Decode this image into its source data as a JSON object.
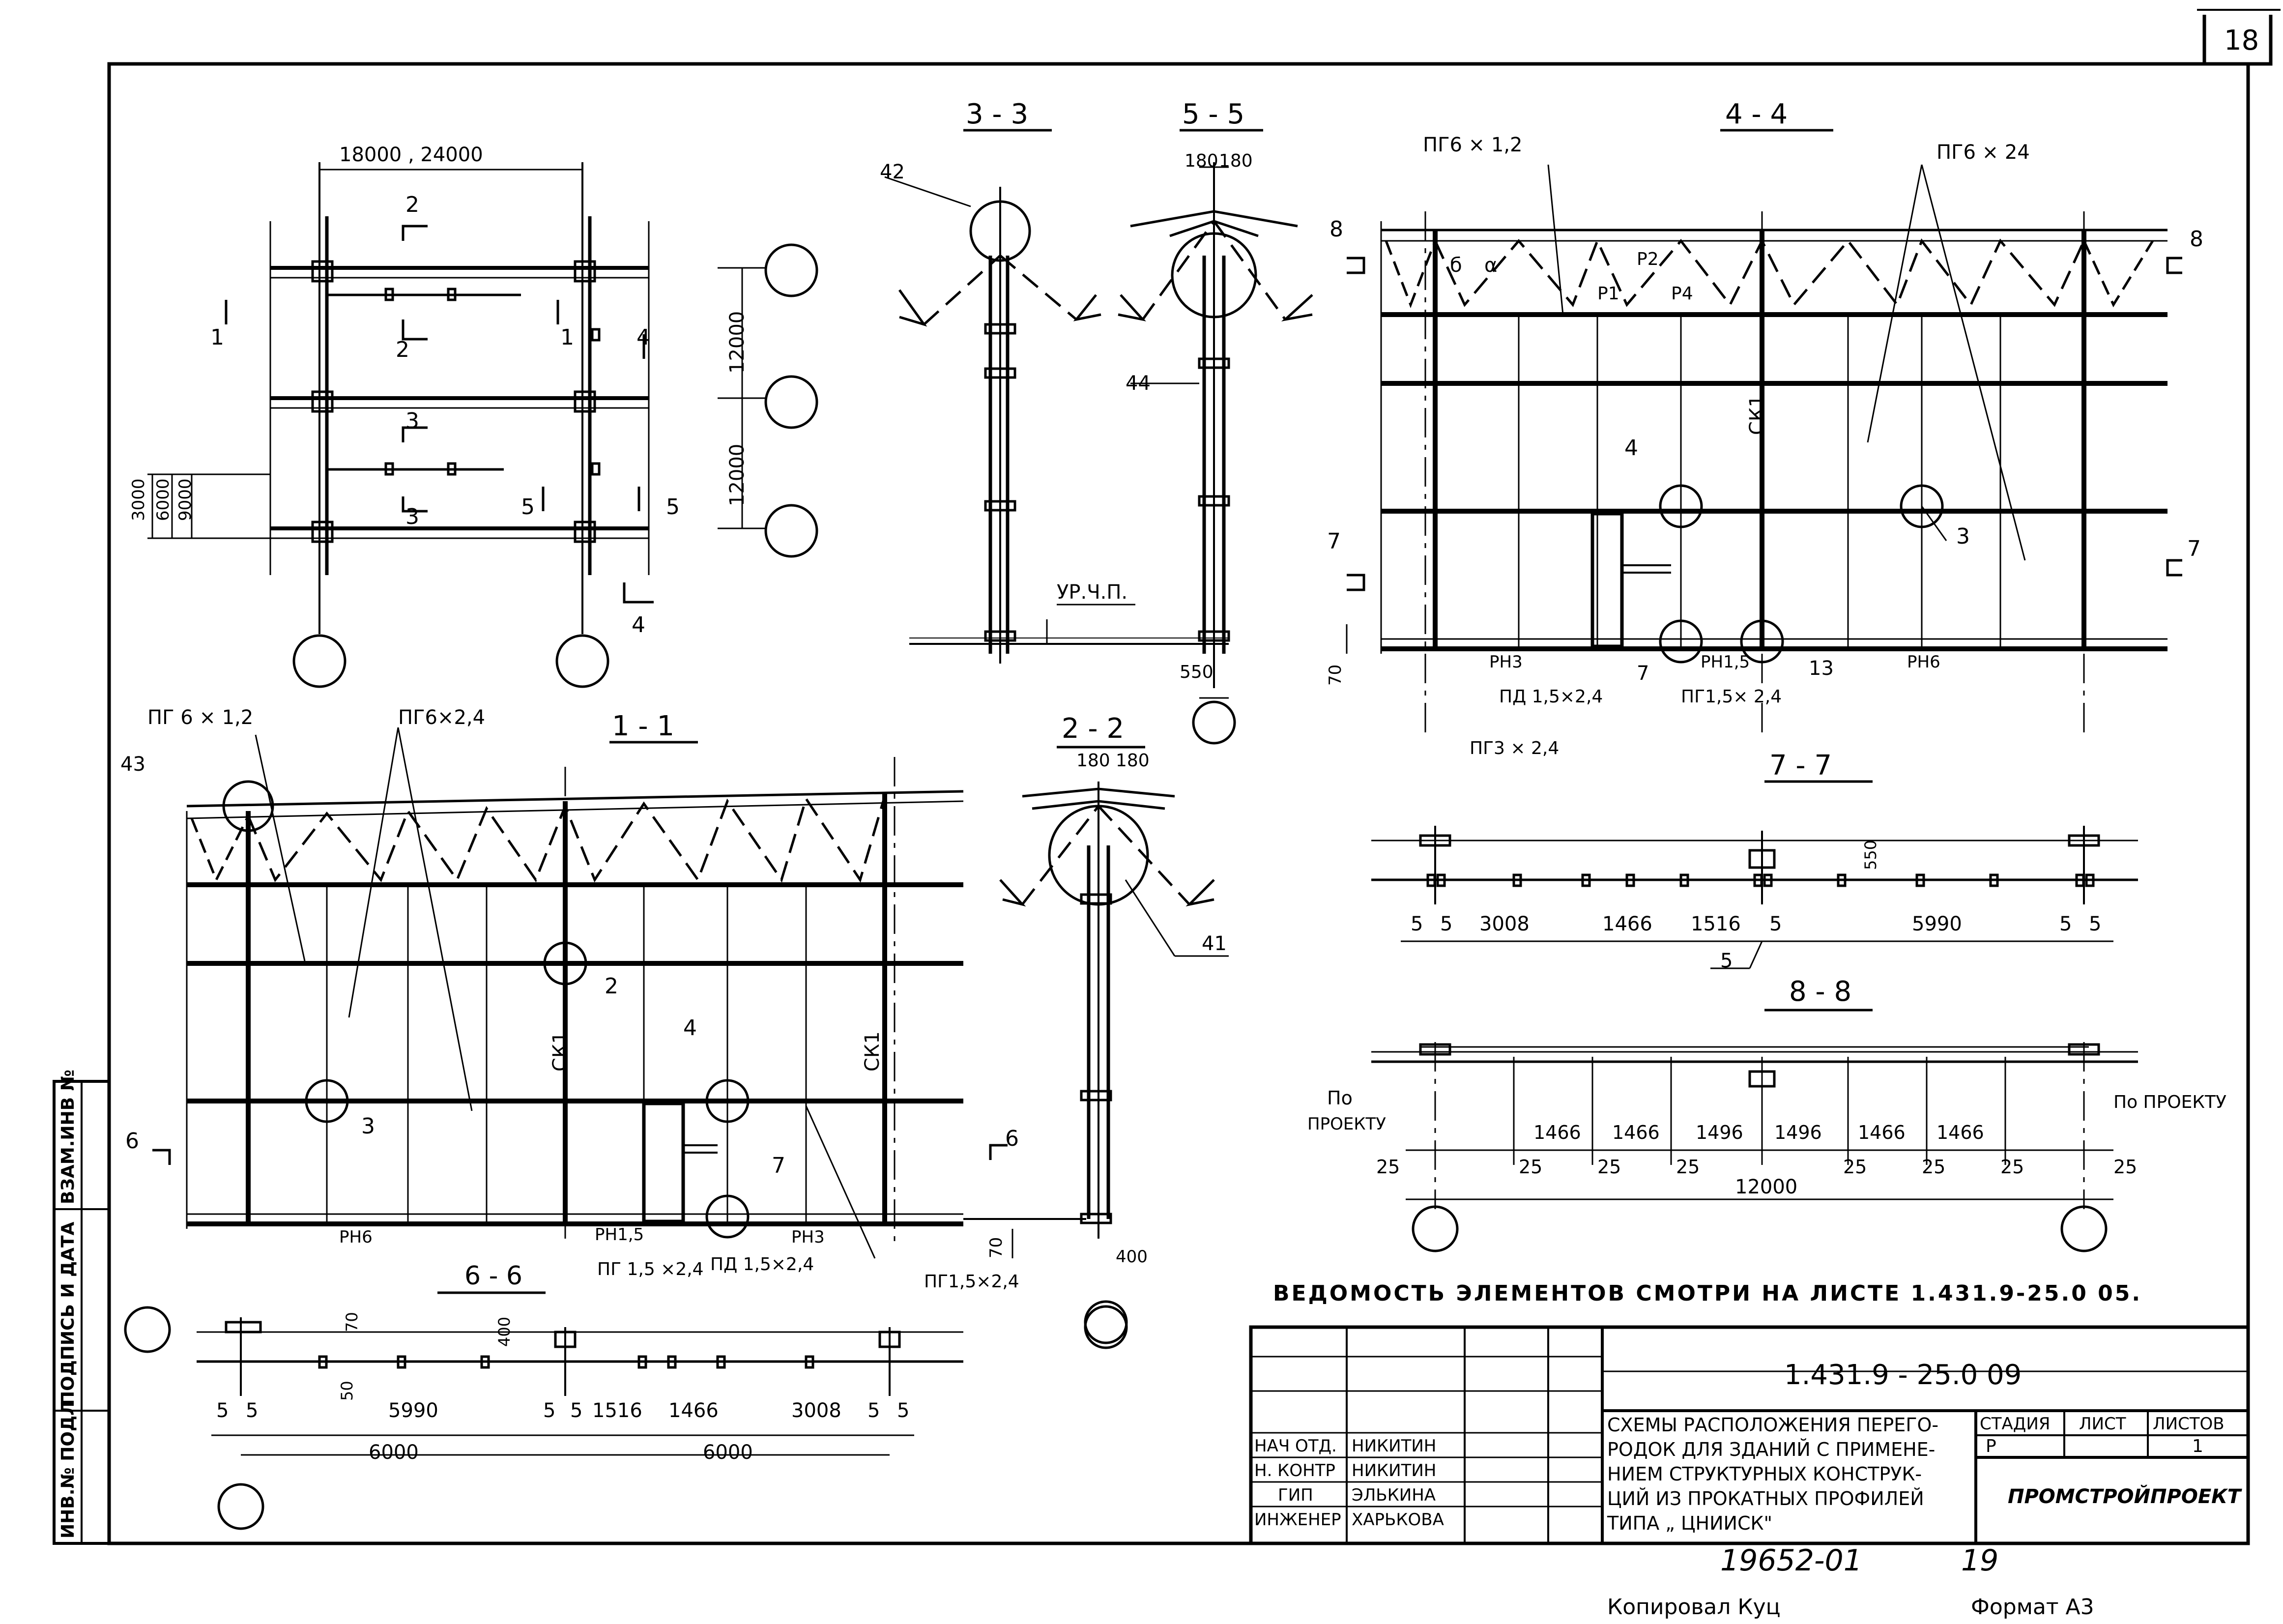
{
  "sheet": {
    "page_number": "18",
    "copied_by": "Копировал Куц",
    "format": "Формат А3",
    "code_bottom": "19652-01",
    "page_bottom": "19",
    "note": "ВЕДОМОСТЬ ЭЛЕМЕНТОВ СМОТРИ НА ЛИСТЕ 1.431.9-25.0 05."
  },
  "side_stamp": [
    "ИНВ.№ ПОДЛ",
    "ПОДПИСЬ И ДАТА",
    "ВЗАМ.ИНВ №"
  ],
  "title_block": {
    "doc_code": "1.431.9 - 25.0 09",
    "title": [
      "СХЕМЫ РАСПОЛОЖЕНИЯ ПЕРЕГО-",
      "РОДОК ДЛЯ ЗДАНИЙ С ПРИМЕНЕ-",
      "НИЕМ СТРУКТУРНЫХ КОНСТРУК-",
      "ЦИЙ ИЗ ПРОКАТНЫХ ПРОФИЛЕЙ",
      "ТИПА „ ЦНИИСК\""
    ],
    "stage_header": "СТАДИЯ",
    "sheet_header": "ЛИСТ",
    "sheets_header": "ЛИСТОВ",
    "stage": "Р",
    "sheet": "",
    "sheets": "1",
    "org": "ПРОМСТРОЙПРОЕКТ",
    "signatures": [
      {
        "role": "НАЧ ОТД.",
        "name": "НИКИТИН"
      },
      {
        "role": "Н. КОНТР",
        "name": "НИКИТИН"
      },
      {
        "role": "ГИП",
        "name": "ЭЛЬКИНА"
      },
      {
        "role": "ИНЖЕНЕР",
        "name": "ХАРЬКОВА"
      }
    ]
  },
  "sections": {
    "s33": "3 - 3",
    "s55": "5 - 5",
    "s44": "4 - 4",
    "s11": "1 - 1",
    "s22": "2 - 2",
    "s77": "7 - 7",
    "s88": "8 - 8",
    "s66": "6 - 6"
  },
  "plan": {
    "span": "18000 , 24000",
    "d12000a": "12000",
    "d12000b": "12000",
    "d3000": "3000",
    "d6000": "6000",
    "d9000": "9000",
    "m1a": "1",
    "m1b": "1",
    "m2a": "2",
    "m2b": "2",
    "m3a": "3",
    "m3b": "3",
    "m4a": "4",
    "m4b": "4",
    "m5a": "5",
    "m5b": "5"
  },
  "labels": {
    "pg6x12_top": "ПГ6 × 1,2",
    "pg6x24_top": "ПГ6 × 24",
    "pg6x12_mid": "ПГ 6 × 1,2",
    "pg6x24_mid": "ПГ6×2,4",
    "n42": "42",
    "n44": "44",
    "n43": "43",
    "n41": "41",
    "d180a": "180",
    "d180b": "180",
    "d180c": "180",
    "d180d": "180",
    "urchp": "УР.Ч.П.",
    "d550": "550",
    "d70a": "70",
    "d70b": "70",
    "d400": "400",
    "ck1a": "СК1",
    "ck1b": "СК1",
    "ck1c": "СК1",
    "rn3": "РН3",
    "rn6": "РН6",
    "rn15": "РН1,5",
    "rn6b": "РН6",
    "rn15b": "РН1,5",
    "rn3b": "РН3",
    "n4a": "4",
    "n3a": "3",
    "n7a": "7",
    "n13": "13",
    "n2": "2",
    "n3b": "3",
    "n4b": "4",
    "n7b": "7",
    "pd_a": "ПД 1,5×2,4",
    "pg15_a": "ПГ1,5× 2,4",
    "pg3": "ПГ3 × 2,4",
    "pg15_b": "ПГ 1,5 ×2,4",
    "pd_b": "ПД 1,5×2,4",
    "pg15_c": "ПГ1,5×2,4",
    "p1": "Р1",
    "p2": "Р2",
    "p4": "Р4",
    "alpha": "α",
    "b": "б",
    "m6a": "6",
    "m6b": "6",
    "m7a": "7",
    "m7b": "7",
    "m8a": "8",
    "m8b": "8"
  },
  "dims77": [
    "5",
    "5",
    "3008",
    "1466",
    "1516",
    "5",
    "5990",
    "5",
    "5",
    "550",
    "5"
  ],
  "dims88": [
    "По",
    "ПРОЕКТУ",
    "1466",
    "1466",
    "1496",
    "1496",
    "1466",
    "1466",
    "По ПРОЕКТУ",
    "25",
    "25",
    "25",
    "25",
    "25",
    "25",
    "25",
    "25",
    "12000"
  ],
  "dims66": [
    "5",
    "5",
    "5990",
    "5",
    "5",
    "1516",
    "1466",
    "3008",
    "5",
    "5",
    "6000",
    "6000",
    "50",
    "70",
    "400"
  ]
}
